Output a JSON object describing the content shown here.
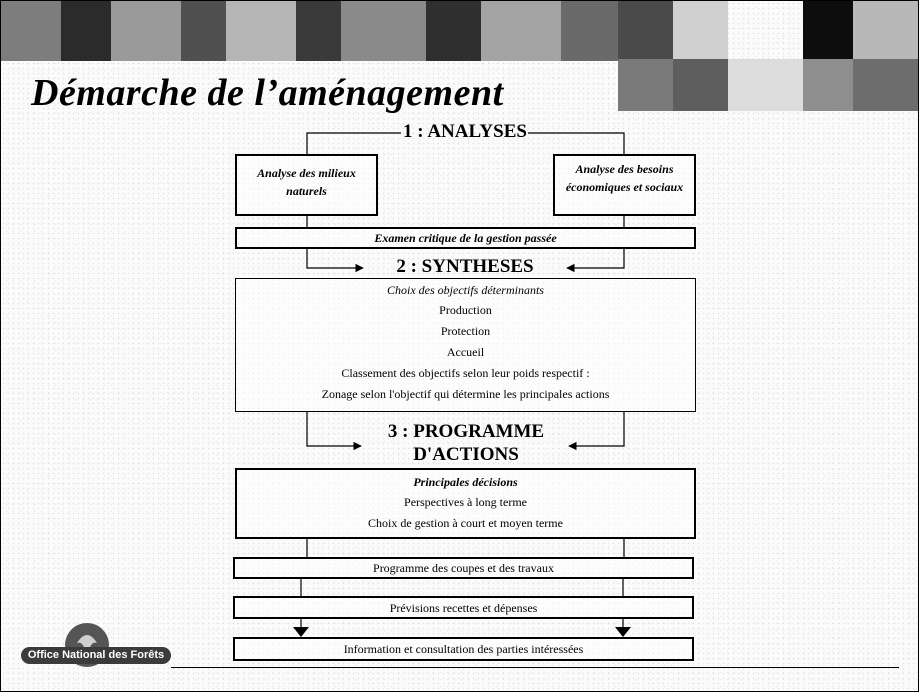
{
  "slide": {
    "title": "Démarche de l’aménagement"
  },
  "stage1": {
    "heading": "1 : ANALYSES",
    "left_box": "Analyse des milieux naturels",
    "right_box": "Analyse des besoins économiques et sociaux",
    "review_box": "Examen critique de la gestion passée"
  },
  "stage2": {
    "heading": "2 : SYNTHESES",
    "box_title": "Choix des objectifs déterminants",
    "lines": [
      "Production",
      "Protection",
      "Accueil",
      "Classement des objectifs selon leur poids respectif :",
      "Zonage selon l'objectif qui détermine les principales actions"
    ]
  },
  "stage3": {
    "heading_line1": "3 : PROGRAMME",
    "heading_line2": "D'ACTIONS",
    "box_title": "Principales décisions",
    "lines": [
      "Perspectives à long terme",
      "Choix de gestion à court et moyen terme"
    ]
  },
  "outputs": [
    "Programme des coupes et des travaux",
    "Prévisions recettes et dépenses",
    "Information et consultation des parties intéressées"
  ],
  "logo": {
    "text": "Office National des Forêts"
  },
  "colors": {
    "background": "#fbfbfb",
    "line": "#000000",
    "logo_dark": "#3b3b3b"
  }
}
